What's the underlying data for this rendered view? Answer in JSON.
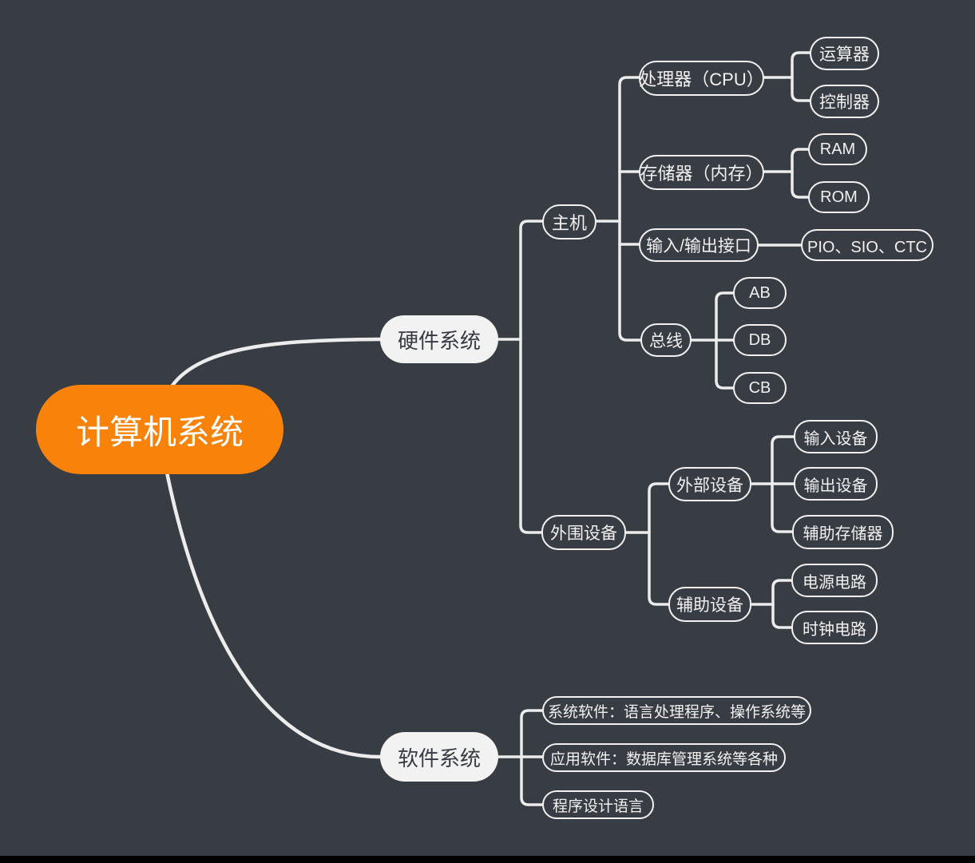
{
  "canvas": {
    "background_color": "#383C43",
    "line_color": "#ECECEC",
    "bottom_bar_color": "#000000"
  },
  "mindmap": {
    "root": {
      "label": "计算机系统",
      "fill_color": "#F9830A",
      "text_color": "#FFFFFF",
      "children": [
        {
          "label": "硬件系统",
          "fill_color": "#F2F2F2",
          "text_color": "#373B42",
          "children": [
            {
              "label": "主机",
              "children": [
                {
                  "label": "处理器（CPU）",
                  "children": [
                    {
                      "label": "运算器"
                    },
                    {
                      "label": "控制器"
                    }
                  ]
                },
                {
                  "label": "存储器（内存）",
                  "children": [
                    {
                      "label": "RAM"
                    },
                    {
                      "label": "ROM"
                    }
                  ]
                },
                {
                  "label": "输入/输出接口",
                  "children": [
                    {
                      "label": "PIO、SIO、CTC"
                    }
                  ]
                },
                {
                  "label": "总线",
                  "children": [
                    {
                      "label": "AB"
                    },
                    {
                      "label": "DB"
                    },
                    {
                      "label": "CB"
                    }
                  ]
                }
              ]
            },
            {
              "label": "外围设备",
              "children": [
                {
                  "label": "外部设备",
                  "children": [
                    {
                      "label": "输入设备"
                    },
                    {
                      "label": "输出设备"
                    },
                    {
                      "label": "辅助存储器"
                    }
                  ]
                },
                {
                  "label": "辅助设备",
                  "children": [
                    {
                      "label": "电源电路"
                    },
                    {
                      "label": "时钟电路"
                    }
                  ]
                }
              ]
            }
          ]
        },
        {
          "label": "软件系统",
          "fill_color": "#F2F2F2",
          "text_color": "#373B42",
          "children": [
            {
              "label": "系统软件：语言处理程序、操作系统等"
            },
            {
              "label": "应用软件：数据库管理系统等各种"
            },
            {
              "label": "程序设计语言"
            }
          ]
        }
      ]
    }
  }
}
